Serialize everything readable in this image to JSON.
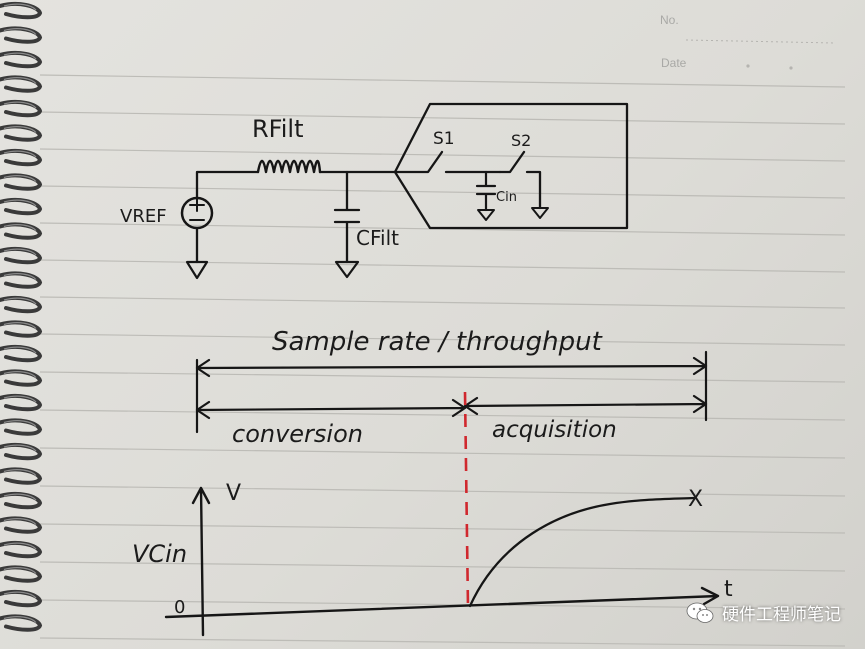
{
  "notebook": {
    "header_no": "No.",
    "header_date": "Date"
  },
  "circuit": {
    "source_label": "VREF",
    "resistor_label": "RFilt",
    "filter_cap_label": "CFilt",
    "switch1_label": "S1",
    "switch2_label": "S2",
    "input_cap_label": "Cin"
  },
  "timing": {
    "total_label": "Sample rate / throughput",
    "conversion_label": "conversion",
    "acquisition_label": "acquisition"
  },
  "graph": {
    "y_axis_label": "V",
    "x_axis_label": "t",
    "curve_label": "VCin",
    "origin_label": "0",
    "curve_end_marker": "X",
    "boundary_color": "#d0282e"
  },
  "watermark": {
    "text": "硬件工程师笔记",
    "icon": "wechat-icon"
  }
}
